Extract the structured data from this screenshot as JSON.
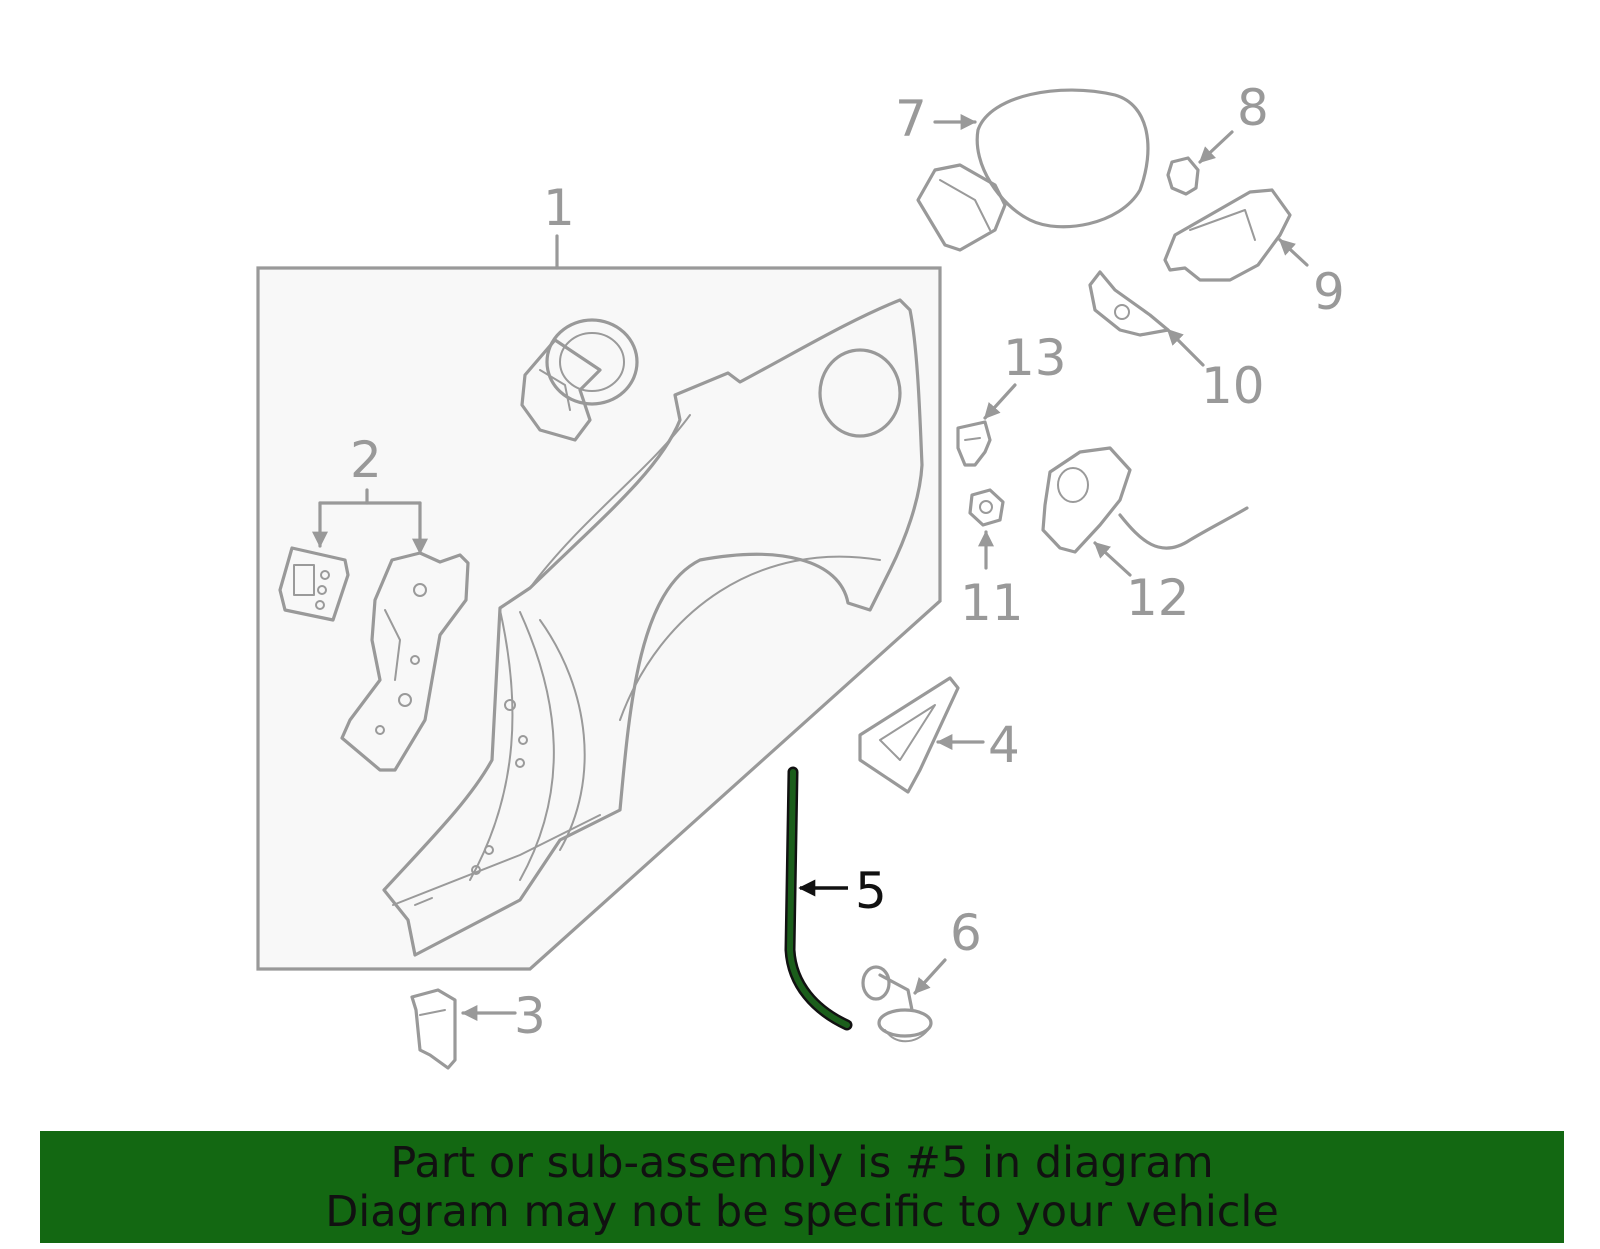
{
  "callouts": {
    "c1": "1",
    "c2": "2",
    "c3": "3",
    "c4": "4",
    "c5": "5",
    "c6": "6",
    "c7": "7",
    "c8": "8",
    "c9": "9",
    "c10": "10",
    "c11": "11",
    "c12": "12",
    "c13": "13"
  },
  "highlight": {
    "part": "5",
    "color": "#1b5e1b"
  },
  "banner": {
    "line1": "Part or sub-assembly is #5 in diagram",
    "line2": "Diagram may not be specific to your vehicle",
    "background": "#136812"
  }
}
